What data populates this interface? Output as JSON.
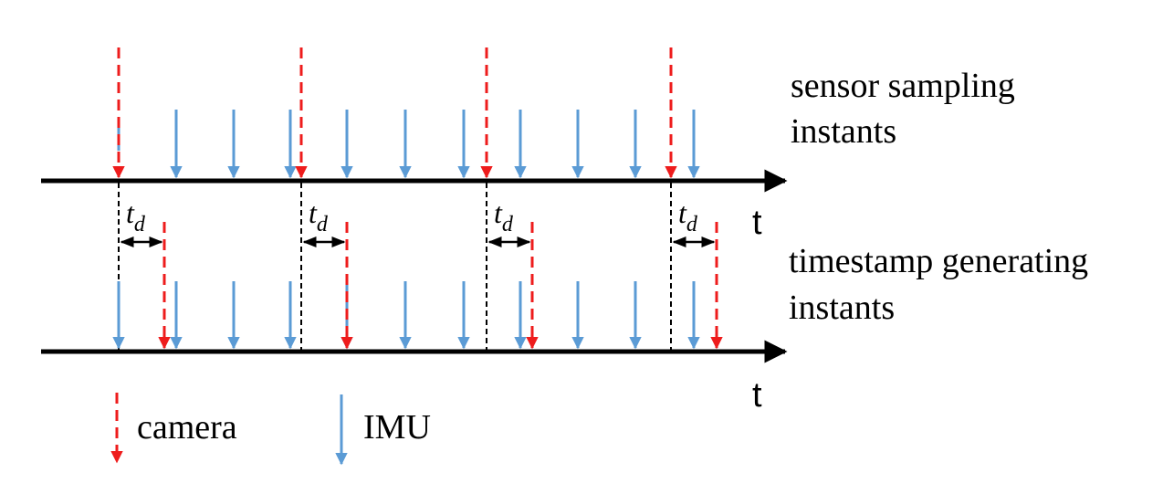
{
  "timelines": {
    "top": {
      "label_line1": "sensor sampling",
      "label_line2": "instants",
      "axis_label": "t"
    },
    "bottom": {
      "label_line1": "timestamp generating",
      "label_line2": "instants",
      "axis_label": "t"
    }
  },
  "delay": {
    "symbol": "t",
    "subscript": "d",
    "count": 4
  },
  "legend": {
    "camera_label": "camera",
    "imu_label": "IMU"
  },
  "colors": {
    "camera": "#ee1c1c",
    "imu": "#5b9bd5",
    "axis": "#000000",
    "guide": "#000000"
  }
}
